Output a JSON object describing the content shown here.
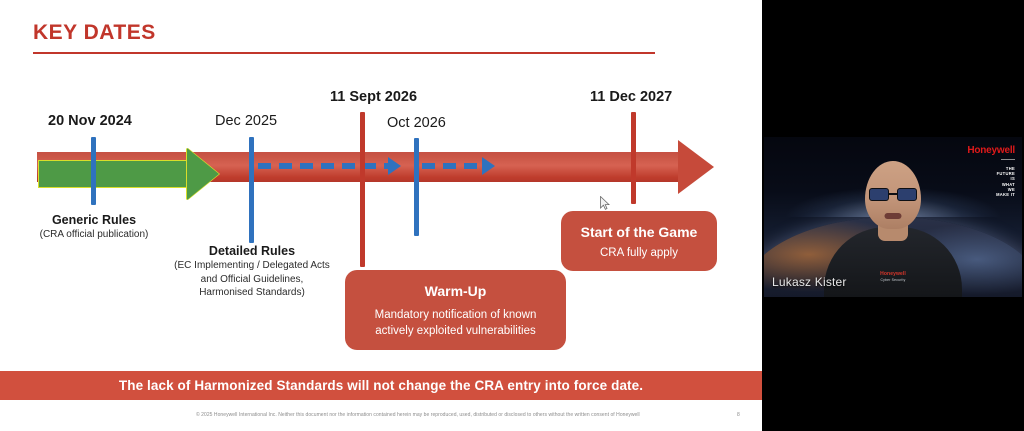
{
  "slide": {
    "title": "KEY DATES",
    "banner": "The lack of Harmonized Standards will not change the CRA entry into force date.",
    "footer_copyright": "© 2025 Honeywell International Inc. Neither this document nor the information contained herein may be reproduced, used, distributed or disclosed to others without the written consent of Honeywell",
    "footer_page": "8"
  },
  "timeline": {
    "dates": [
      {
        "id": "date-20-nov-2024",
        "text": "20 Nov 2024",
        "bold": true
      },
      {
        "id": "date-dec-2025",
        "text": "Dec 2025",
        "bold": false
      },
      {
        "id": "date-11-sept-2026",
        "text": "11 Sept 2026",
        "bold": true
      },
      {
        "id": "date-oct-2026",
        "text": "Oct 2026",
        "bold": false
      },
      {
        "id": "date-11-dec-2027",
        "text": "11 Dec 2027",
        "bold": true
      }
    ],
    "notes": [
      {
        "id": "note-generic-rules",
        "title": "Generic Rules",
        "sub": "(CRA official publication)"
      },
      {
        "id": "note-detailed-rules",
        "title": "Detailed Rules",
        "sub": "(EC Implementing / Delegated Acts and Official Guidelines, Harmonised Standards)",
        "sub_line1": "(EC Implementing / Delegated Acts",
        "sub_line2": "and Official Guidelines,",
        "sub_line3": "Harmonised Standards)"
      }
    ],
    "callouts": [
      {
        "id": "callout-warm-up",
        "title": "Warm-Up",
        "sub_line1": "Mandatory notification of known",
        "sub_line2": "actively exploited vulnerabilities"
      },
      {
        "id": "callout-start-of-the-game",
        "title": "Start of the Game",
        "sub_line1": "CRA fully apply"
      }
    ],
    "colors": {
      "brand_red": "#C1362B",
      "bar_red": "#C64A3A",
      "green_arrow": "#4E9A46",
      "green_outline": "#D9DE2A",
      "marker_blue": "#2F72BE",
      "marker_red": "#C0392B",
      "callout_red": "#C5503F",
      "banner_red": "#D1503E"
    }
  },
  "video": {
    "participant_name": "Lukasz Kister",
    "brand_name": "Honeywell",
    "brand_tagline_lines": [
      "THE",
      "FUTURE",
      "IS",
      "WHAT",
      "WE",
      "MAKE IT"
    ],
    "shirt_brand": "Honeywell",
    "shirt_sub": "Cyber Security"
  }
}
